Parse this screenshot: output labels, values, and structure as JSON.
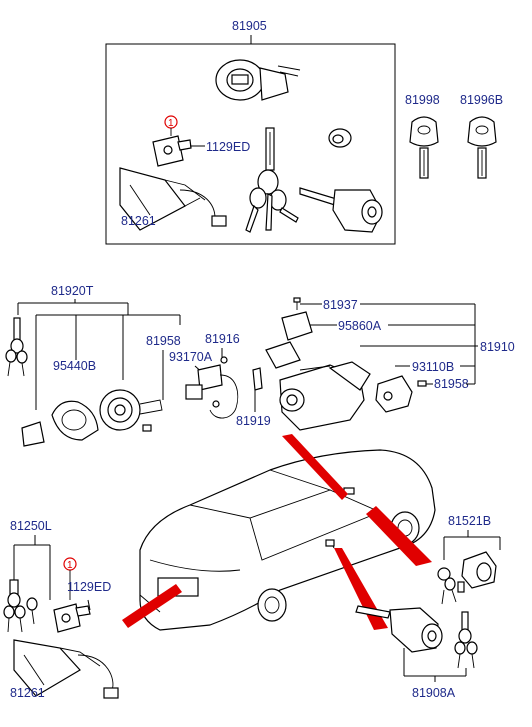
{
  "parts": {
    "p81905": "81905",
    "p81998": "81998",
    "p81996b": "81996B",
    "p1129ed_top": "1129ED",
    "p81261_top": "81261",
    "p81920t": "81920T",
    "p95440b": "95440B",
    "p81958_left": "81958",
    "p81916": "81916",
    "p93170a": "93170A",
    "p81937": "81937",
    "p95860a": "95860A",
    "p81910": "81910",
    "p93110b": "93110B",
    "p81958_right": "81958",
    "p81919": "81919",
    "p81521b": "81521B",
    "p81250l": "81250L",
    "p1129ed_bottom": "1129ED",
    "p81261_bottom": "81261",
    "p81908a": "81908A"
  },
  "callouts": {
    "c1_top": "1",
    "c1_bottom": "1"
  },
  "colors": {
    "label": "#1f2a8a",
    "pointer": "#e00000",
    "line": "#000000"
  }
}
